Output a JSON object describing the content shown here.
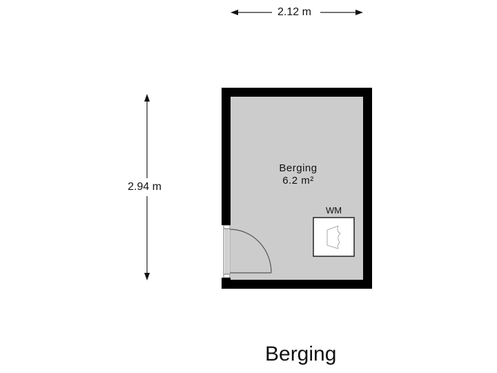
{
  "dimensions": {
    "width": "2.12 m",
    "height": "2.94 m"
  },
  "room": {
    "name": "Berging",
    "area": "6.2 m²",
    "fill_color": "#cccccc",
    "wall_color": "#000000"
  },
  "fixtures": [
    {
      "label": "WM",
      "type": "washing-machine"
    }
  ],
  "door": {
    "type": "swing-door",
    "position": "left-wall"
  },
  "plan_title": "Berging"
}
